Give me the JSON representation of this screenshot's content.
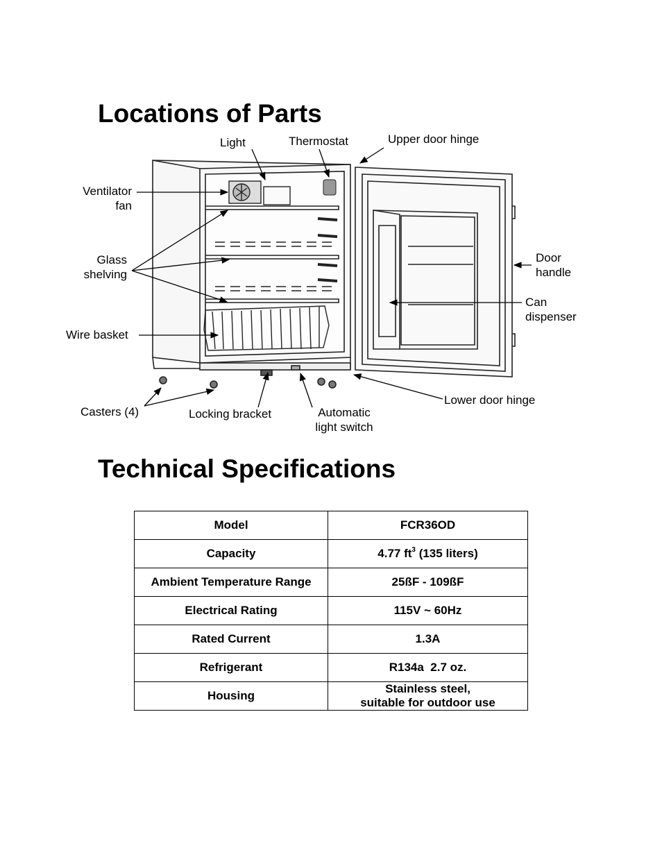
{
  "parts_section": {
    "title": "Locations of Parts",
    "labels": {
      "light": "Light",
      "thermostat": "Thermostat",
      "upper_door_hinge": "Upper door hinge",
      "ventilator_fan": "Ventilator\nfan",
      "glass_shelving": "Glass\nshelving",
      "door_handle": "Door\nhandle",
      "can_dispenser": "Can\ndispenser",
      "wire_basket": "Wire basket",
      "casters": "Casters (4)",
      "locking_bracket": "Locking bracket",
      "automatic_light_switch": "Automatic\nlight switch",
      "lower_door_hinge": "Lower door hinge"
    }
  },
  "specs_section": {
    "title": "Technical Specifications",
    "rows": [
      {
        "label": "Model",
        "value": "FCR36OD"
      },
      {
        "label": "Capacity",
        "value_main": "4.77 ft",
        "value_sup": "3",
        "value_rest": " (135 liters)"
      },
      {
        "label": "Ambient Temperature Range",
        "value": "25ßF - 109ßF"
      },
      {
        "label": "Electrical Rating",
        "value": "115V ~ 60Hz"
      },
      {
        "label": "Rated Current",
        "value": "1.3A"
      },
      {
        "label": "Refrigerant",
        "value": "R134a  2.7 oz."
      },
      {
        "label": "Housing",
        "value": "Stainless steel,\nsuitable for outdoor use"
      }
    ]
  }
}
